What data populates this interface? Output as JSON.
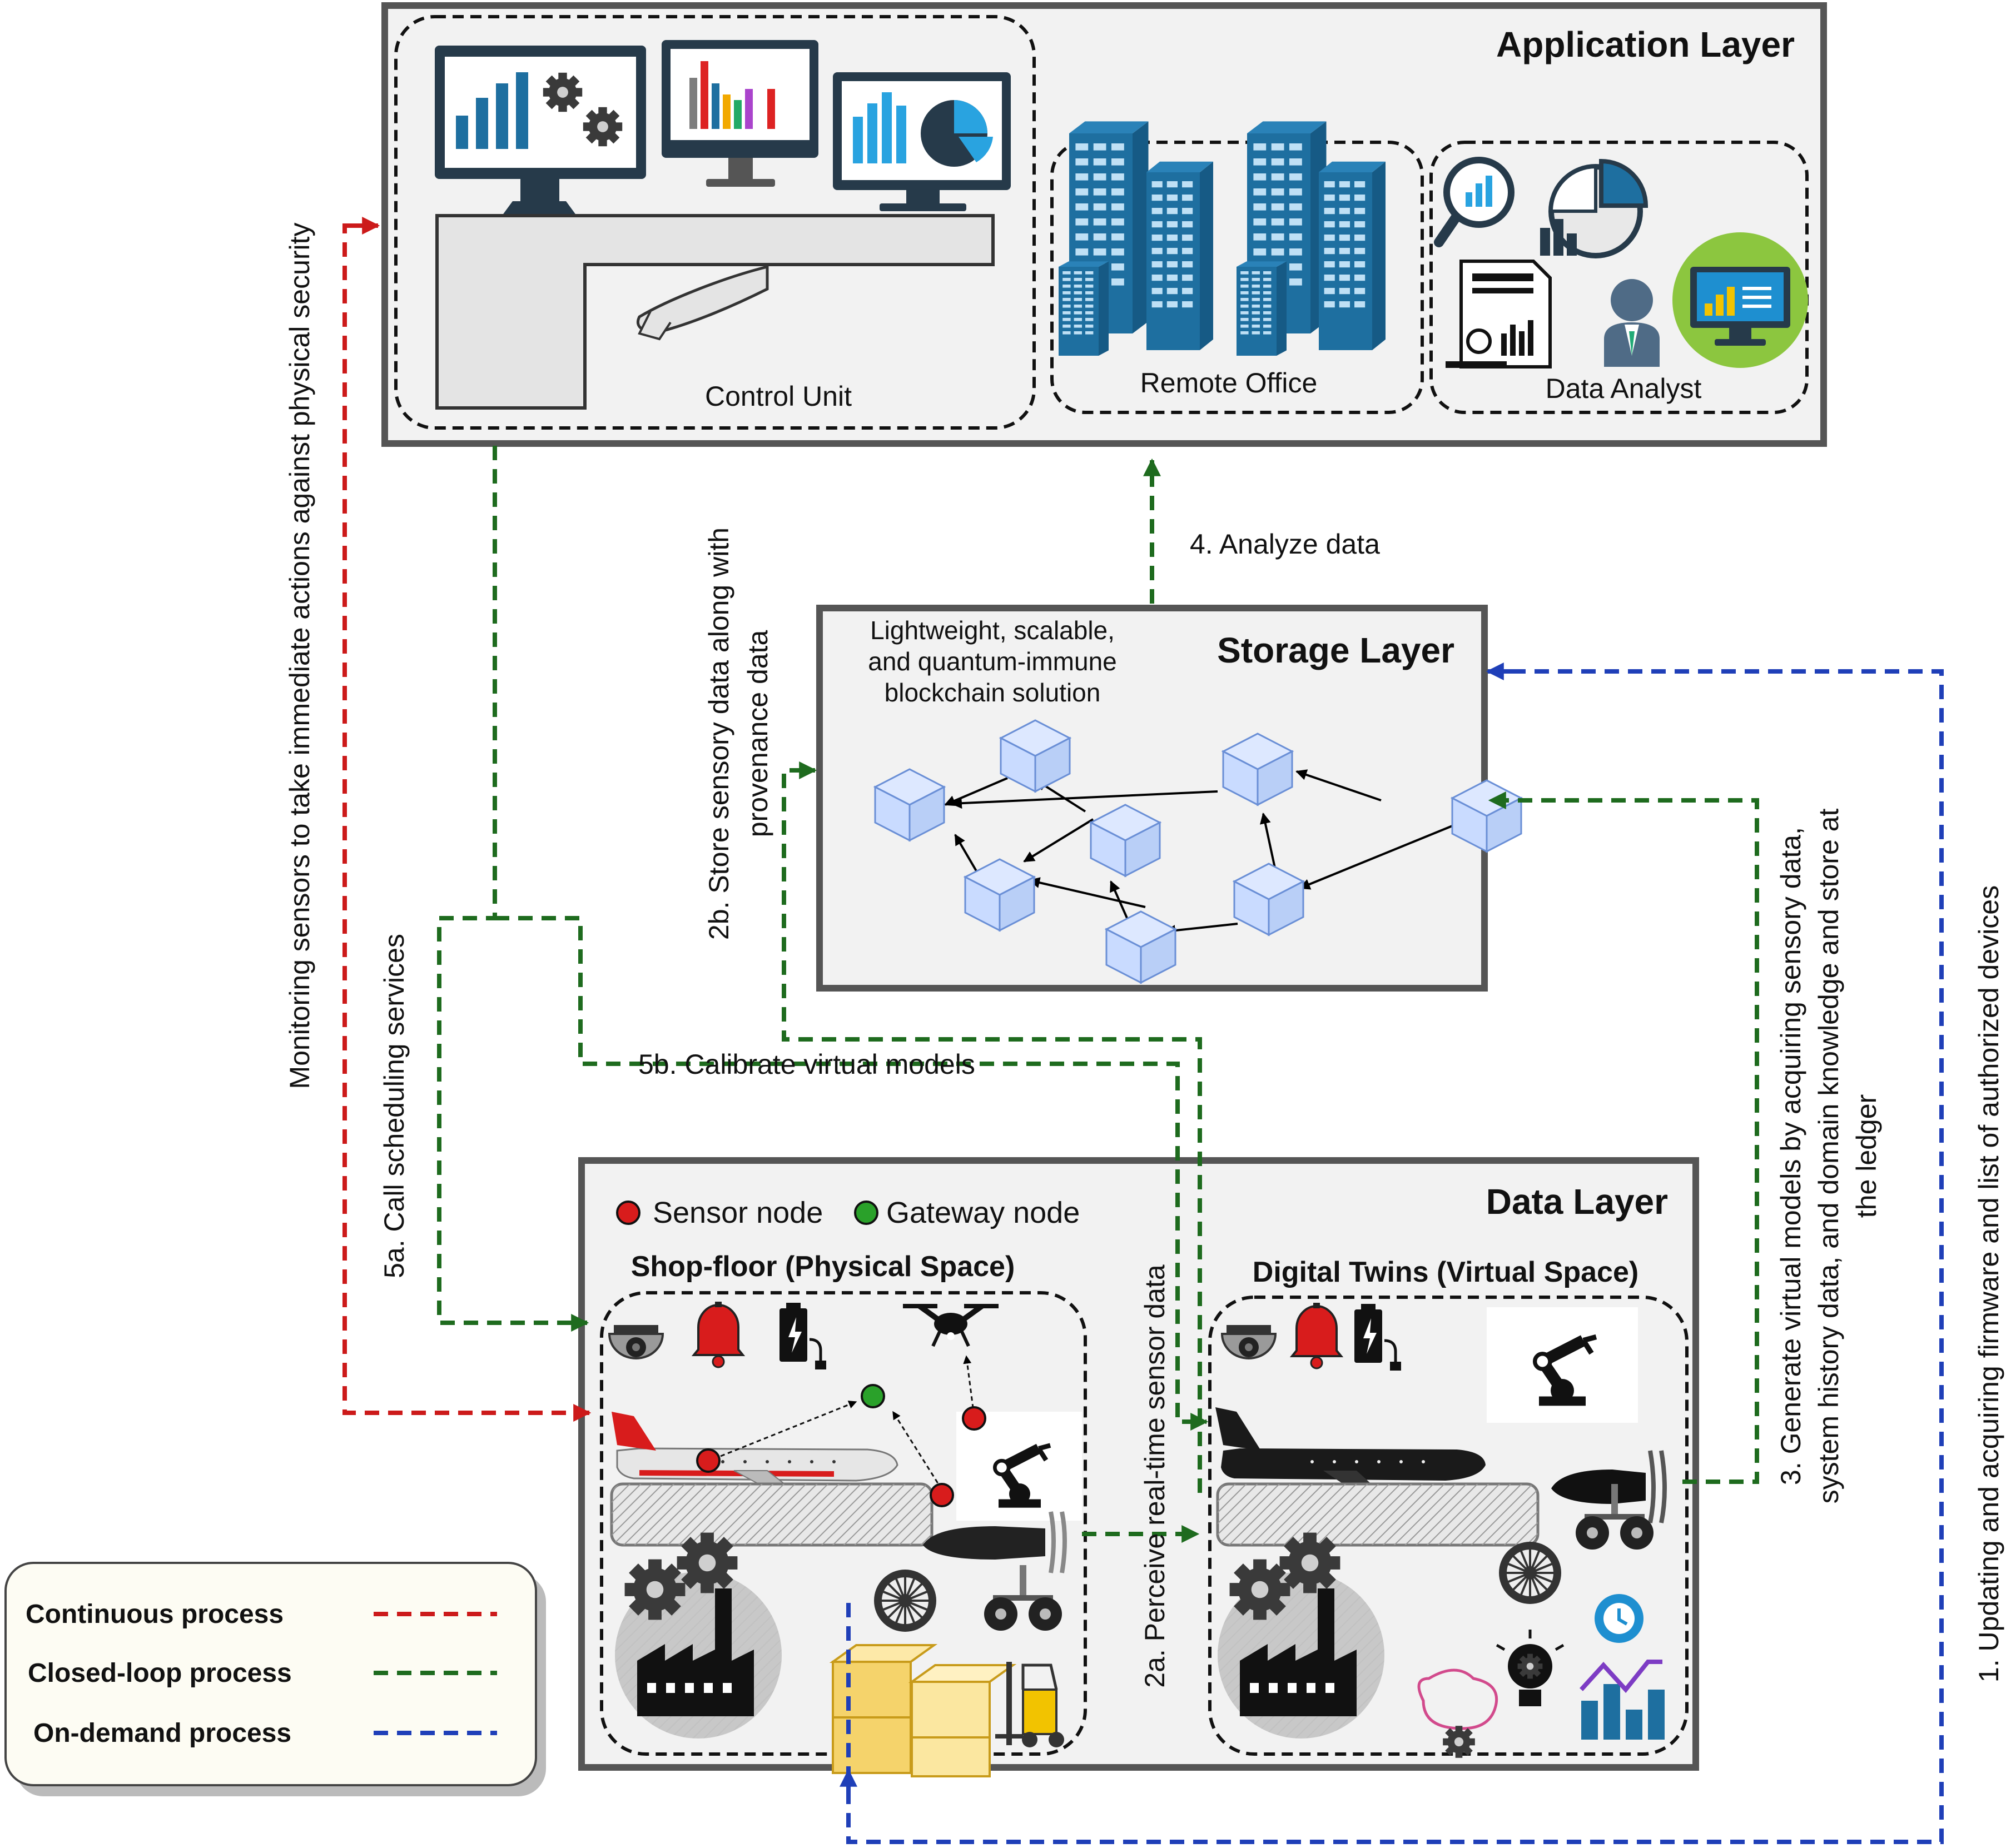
{
  "layers": {
    "application": {
      "title": "Application Layer",
      "groups": {
        "control_unit": "Control Unit",
        "remote_office": "Remote Office",
        "data_analyst": "Data Analyst"
      }
    },
    "storage": {
      "title": "Storage Layer",
      "description": [
        "Lightweight, scalable,",
        "and quantum-immune",
        "blockchain solution"
      ]
    },
    "data": {
      "title": "Data Layer",
      "legend": {
        "sensor_node": "Sensor node",
        "gateway_node": "Gateway node"
      },
      "physical_space": "Shop-floor (Physical Space)",
      "virtual_space": "Digital Twins (Virtual Space)"
    }
  },
  "flows": {
    "monitoring": "Monitoring sensors to take immediate actions against physical security",
    "call_scheduling": "5a. Call scheduling services",
    "store_sensory": [
      "2b. Store sensory data along with",
      "provenance data"
    ],
    "analyze": "4. Analyze data",
    "calibrate": "5b. Calibrate virtual models",
    "perceive": "2a. Perceive real-time sensor data",
    "generate": [
      "3. Generate virtual models by acquiring sensory data,",
      "system history data, and domain knowledge and store at",
      "the ledger"
    ],
    "updating": "1. Updating and acquiring firmware and list of authorized devices"
  },
  "legend": {
    "items": [
      {
        "label": "Continuous process",
        "color": "#cc1a1a"
      },
      {
        "label": "Closed-loop process",
        "color": "#1e6b1e"
      },
      {
        "label": "On-demand process",
        "color": "#1f3fb8"
      }
    ]
  },
  "colors": {
    "continuous": "#cc1a1a",
    "closed_loop": "#1e6b1e",
    "on_demand": "#1f3fb8",
    "block": "#cfe0ff",
    "building": "#1e6fa0",
    "panel": "#f2f2f2",
    "frame": "#555555"
  }
}
